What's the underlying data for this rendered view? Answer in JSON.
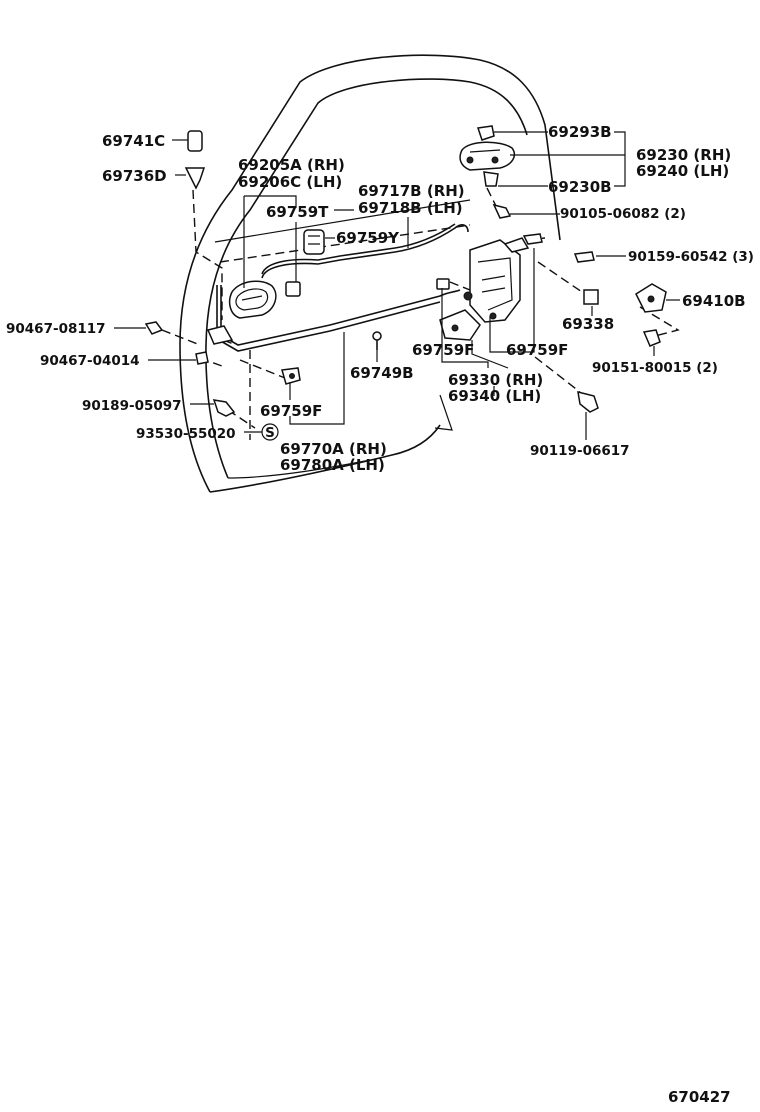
{
  "diagram_id": "670427",
  "labels": {
    "p69741C": "69741C",
    "p69736D": "69736D",
    "p69205A": "69205A (RH)",
    "p69206C": "69206C (LH)",
    "p69717B": "69717B (RH)",
    "p69718B": "69718B (LH)",
    "p69759T": "69759T",
    "p69759Y": "69759Y",
    "p69293B": "69293B",
    "p69230": "69230 (RH)",
    "p69240": "69240 (LH)",
    "p69230B": "69230B",
    "p90105": "90105-06082 (2)",
    "p90159": "90159-60542 (3)",
    "p69338": "69338",
    "p69410B": "69410B",
    "p90151": "90151-80015 (2)",
    "p90467_08117": "90467-08117",
    "p90467_04014": "90467-04014",
    "p90189": "90189-05097",
    "p93530": "93530-55020",
    "circleS": "S",
    "p69759F_a": "69759F",
    "p69759F_b": "69759F",
    "p69759F_c": "69759F",
    "p69749B": "69749B",
    "p69330": "69330 (RH)",
    "p69340": "69340 (LH)",
    "p69770A": "69770A (RH)",
    "p69780A": "69780A (LH)",
    "p90119": "90119-06617"
  }
}
